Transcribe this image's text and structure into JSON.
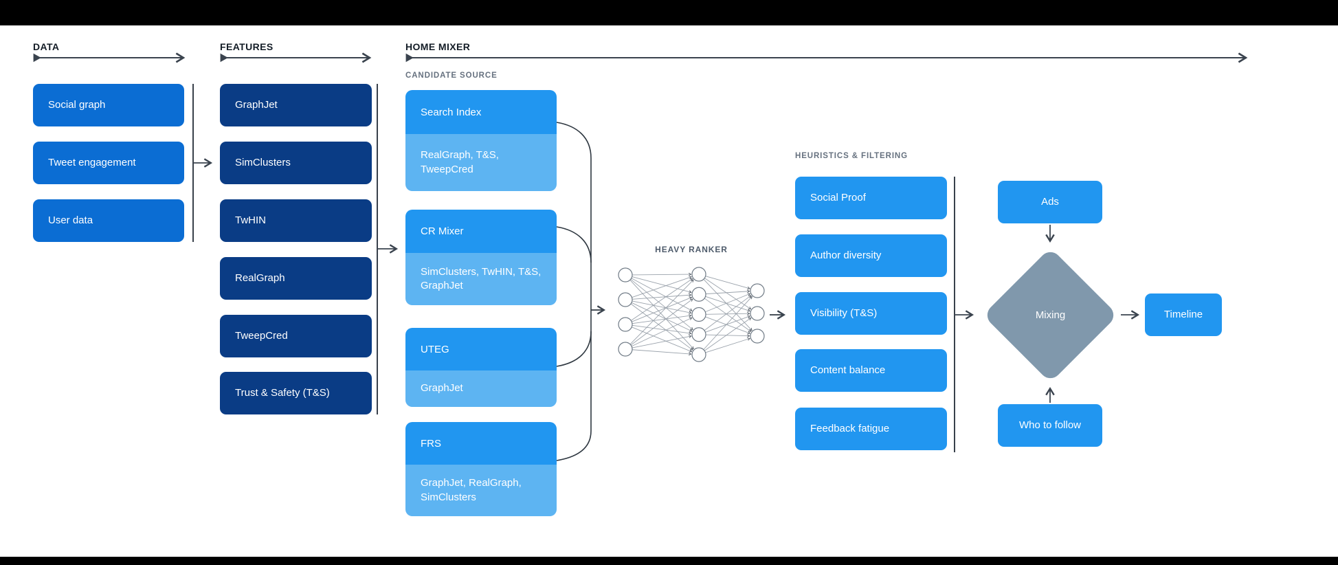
{
  "colors": {
    "data_box_blue": "#0b6dd3",
    "features_navy": "#0a3c85",
    "bright_blue": "#2196f0",
    "light_blue": "#5db4f2",
    "diamond_gray": "#8098ac",
    "arrow_dark": "#3a434e",
    "section_label_gray": "#66717f"
  },
  "headers": {
    "data": "DATA",
    "features": "FEATURES",
    "home_mixer": "HOME MIXER"
  },
  "data_column": {
    "items": [
      "Social graph",
      "Tweet engagement",
      "User data"
    ]
  },
  "features_column": {
    "items": [
      "GraphJet",
      "SimClusters",
      "TwHIN",
      "RealGraph",
      "TweepCred",
      "Trust & Safety (T&S)"
    ]
  },
  "home_mixer": {
    "candidate_source_label": "CANDIDATE SOURCE",
    "candidate_sources": [
      {
        "name": "Search Index",
        "features": "RealGraph, T&S, TweepCred"
      },
      {
        "name": "CR Mixer",
        "features": "SimClusters, TwHIN, T&S, GraphJet"
      },
      {
        "name": "UTEG",
        "features": "GraphJet"
      },
      {
        "name": "FRS",
        "features": "GraphJet, RealGraph, SimClusters"
      }
    ],
    "heavy_ranker": {
      "label": "HEAVY RANKER",
      "layers": [
        4,
        5,
        3
      ]
    },
    "heuristics": {
      "label": "HEURISTICS & FILTERING",
      "items": [
        "Social Proof",
        "Author diversity",
        "Visibility (T&S)",
        "Content balance",
        "Feedback fatigue"
      ]
    },
    "mixing": {
      "ads_label": "Ads",
      "who_to_follow_label": "Who to follow",
      "diamond_label": "Mixing",
      "timeline_label": "Timeline"
    }
  }
}
